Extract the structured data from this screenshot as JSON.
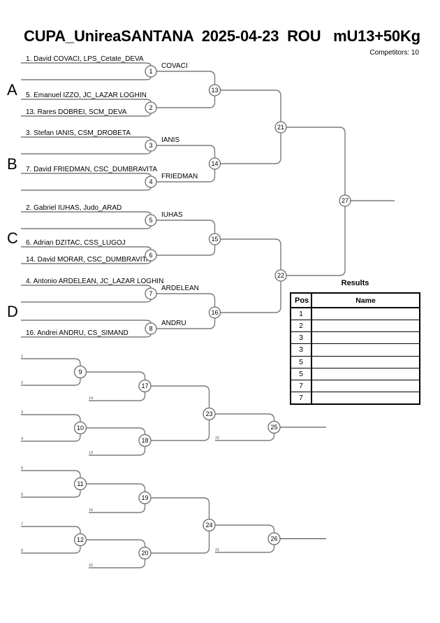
{
  "header": {
    "title": "CUPA_UnireaSANTANA  2025-04-23  ROU   mU13+50Kg",
    "competitors": "Competitors: 10"
  },
  "colors": {
    "line": "#7b7b7b",
    "dark_line": "#3a3a3a",
    "text": "#000000",
    "circle_fill": "#ffffff",
    "circle_stroke": "#6b6b6b",
    "feed_text": "#4a4a4a"
  },
  "main_bracket": {
    "group_labels": [
      "A",
      "B",
      "C",
      "D"
    ],
    "slots": [
      "1. David COVACI, LPS_Cetate_DEVA",
      "",
      "5. Emanuel IZZO, JC_LAZAR LOGHIN",
      "13. Rares DOBREI, SCM_DEVA",
      "3. Stefan IANIS, CSM_DROBETA",
      "",
      "7. David FRIEDMAN, CSC_DUMBRAVITA",
      "",
      "2. Gabriel IUHAS, Judo_ARAD",
      "",
      "6. Adrian DZITAC, CSS_LUGOJ",
      "14. David MORAR, CSC_DUMBRAVITA",
      "4. Antonio ARDELEAN, JC_LAZAR LOGHIN",
      "",
      "",
      "16. Andrei ANDRU, CS_SIMAND"
    ],
    "round1": [
      {
        "num": "1",
        "winner": "COVACI"
      },
      {
        "num": "2",
        "winner": ""
      },
      {
        "num": "3",
        "winner": "IANIS"
      },
      {
        "num": "4",
        "winner": "FRIEDMAN"
      },
      {
        "num": "5",
        "winner": "IUHAS"
      },
      {
        "num": "6",
        "winner": ""
      },
      {
        "num": "7",
        "winner": "ARDELEAN"
      },
      {
        "num": "8",
        "winner": "ANDRU"
      }
    ],
    "round2": [
      "13",
      "14",
      "15",
      "16"
    ],
    "semifinals": [
      "21",
      "22"
    ],
    "final": "27"
  },
  "repechage": {
    "round1": [
      {
        "num": "9",
        "feeds": [
          "1",
          "2"
        ]
      },
      {
        "num": "10",
        "feeds": [
          "3",
          "4"
        ]
      },
      {
        "num": "11",
        "feeds": [
          "5",
          "6"
        ]
      },
      {
        "num": "12",
        "feeds": [
          "7",
          "8"
        ]
      }
    ],
    "round2": [
      {
        "num": "17",
        "feed": "14"
      },
      {
        "num": "18",
        "feed": "13"
      },
      {
        "num": "19",
        "feed": "16"
      },
      {
        "num": "20",
        "feed": "15"
      }
    ],
    "round3": [
      "23",
      "24"
    ],
    "bronze": [
      {
        "num": "25",
        "feed": "22"
      },
      {
        "num": "26",
        "feed": "21"
      }
    ]
  },
  "results": {
    "title": "Results",
    "columns": [
      "Pos",
      "Name"
    ],
    "rows": [
      {
        "pos": "1",
        "name": ""
      },
      {
        "pos": "2",
        "name": ""
      },
      {
        "pos": "3",
        "name": ""
      },
      {
        "pos": "3",
        "name": ""
      },
      {
        "pos": "5",
        "name": ""
      },
      {
        "pos": "5",
        "name": ""
      },
      {
        "pos": "7",
        "name": ""
      },
      {
        "pos": "7",
        "name": ""
      }
    ]
  }
}
